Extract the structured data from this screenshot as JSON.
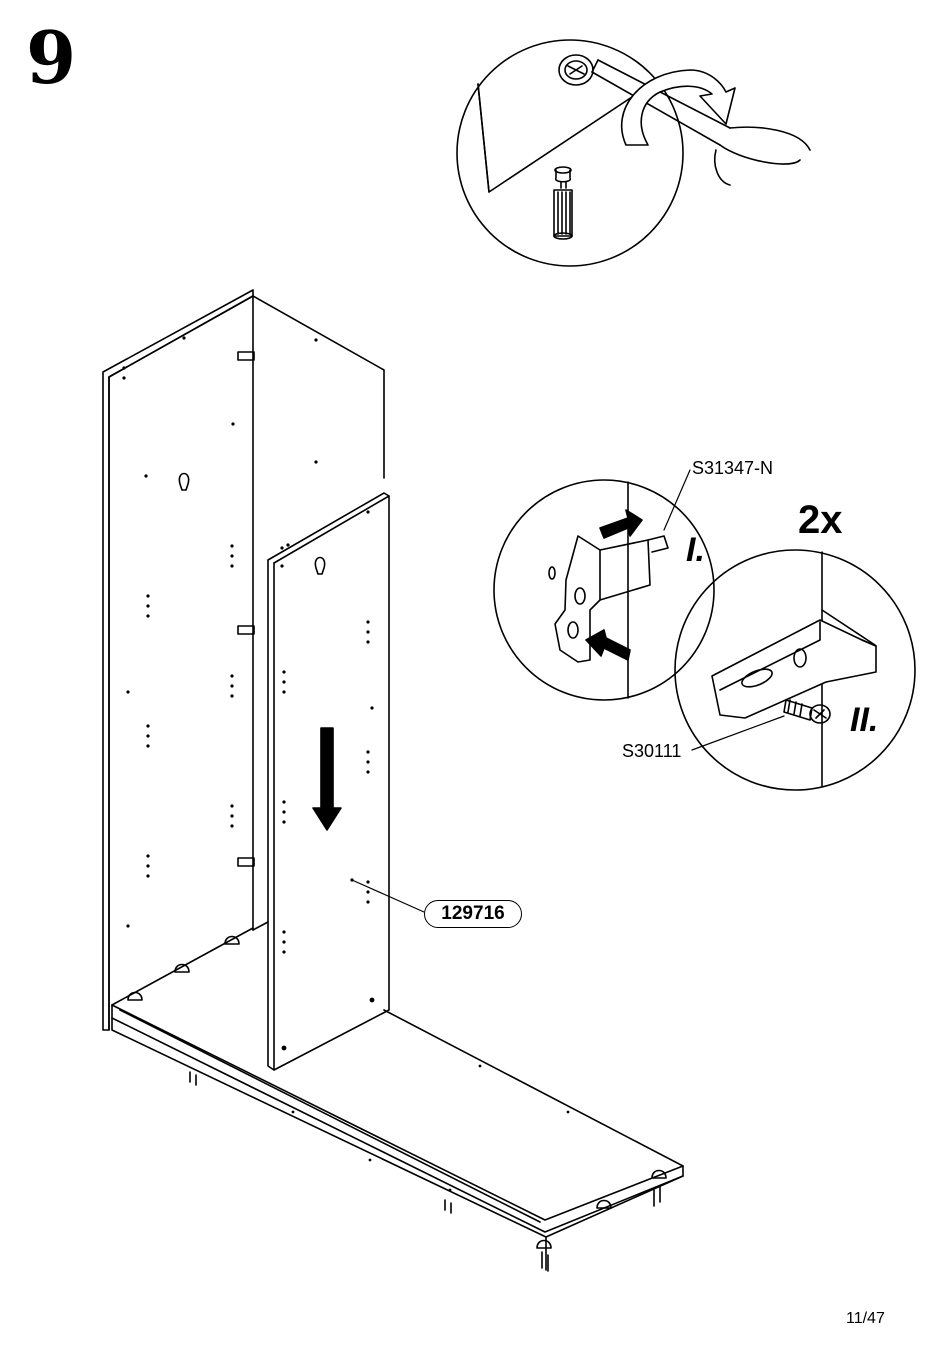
{
  "step": {
    "number": "9"
  },
  "parts": {
    "cam_fitting": "S31347-N",
    "screw": "S30111",
    "panel": "129716"
  },
  "quantity": "2x",
  "sub_steps": {
    "first": "I.",
    "second": "II."
  },
  "footer": {
    "page": "11/47"
  }
}
